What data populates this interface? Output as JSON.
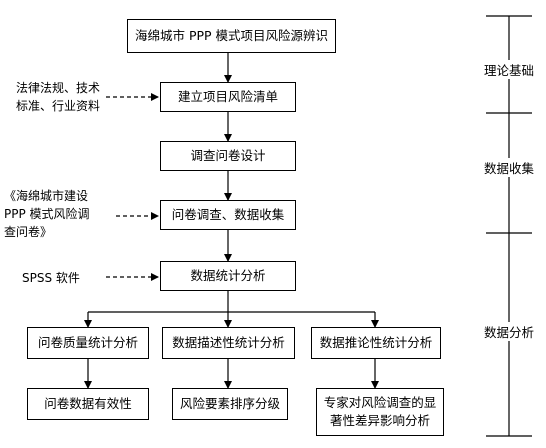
{
  "flow": {
    "identify": "海绵城市 PPP 模式项目风险源辨识",
    "risk_list": "建立项目风险清单",
    "questionnaire_design": "调查问卷设计",
    "survey_collect": "问卷调查、数据收集",
    "stat_analysis": "数据统计分析",
    "quality_analysis": "问卷质量统计分析",
    "descriptive_analysis": "数据描述性统计分析",
    "inferential_analysis": "数据推论性统计分析",
    "validity": "问卷数据有效性",
    "ranking": "风险要素排序分级",
    "significance": "专家对风险调查的显\n著性差异影响分析"
  },
  "inputs": {
    "laws": "法律法规、技术\n标准、行业资料",
    "questionnaire_doc": "《海绵城市建设\nPPP 模式风险调\n查问卷》",
    "spss": "SPSS 软件"
  },
  "stages": {
    "theory": "理论基础",
    "data_collection": "数据收集",
    "data_analysis": "数据分析"
  }
}
